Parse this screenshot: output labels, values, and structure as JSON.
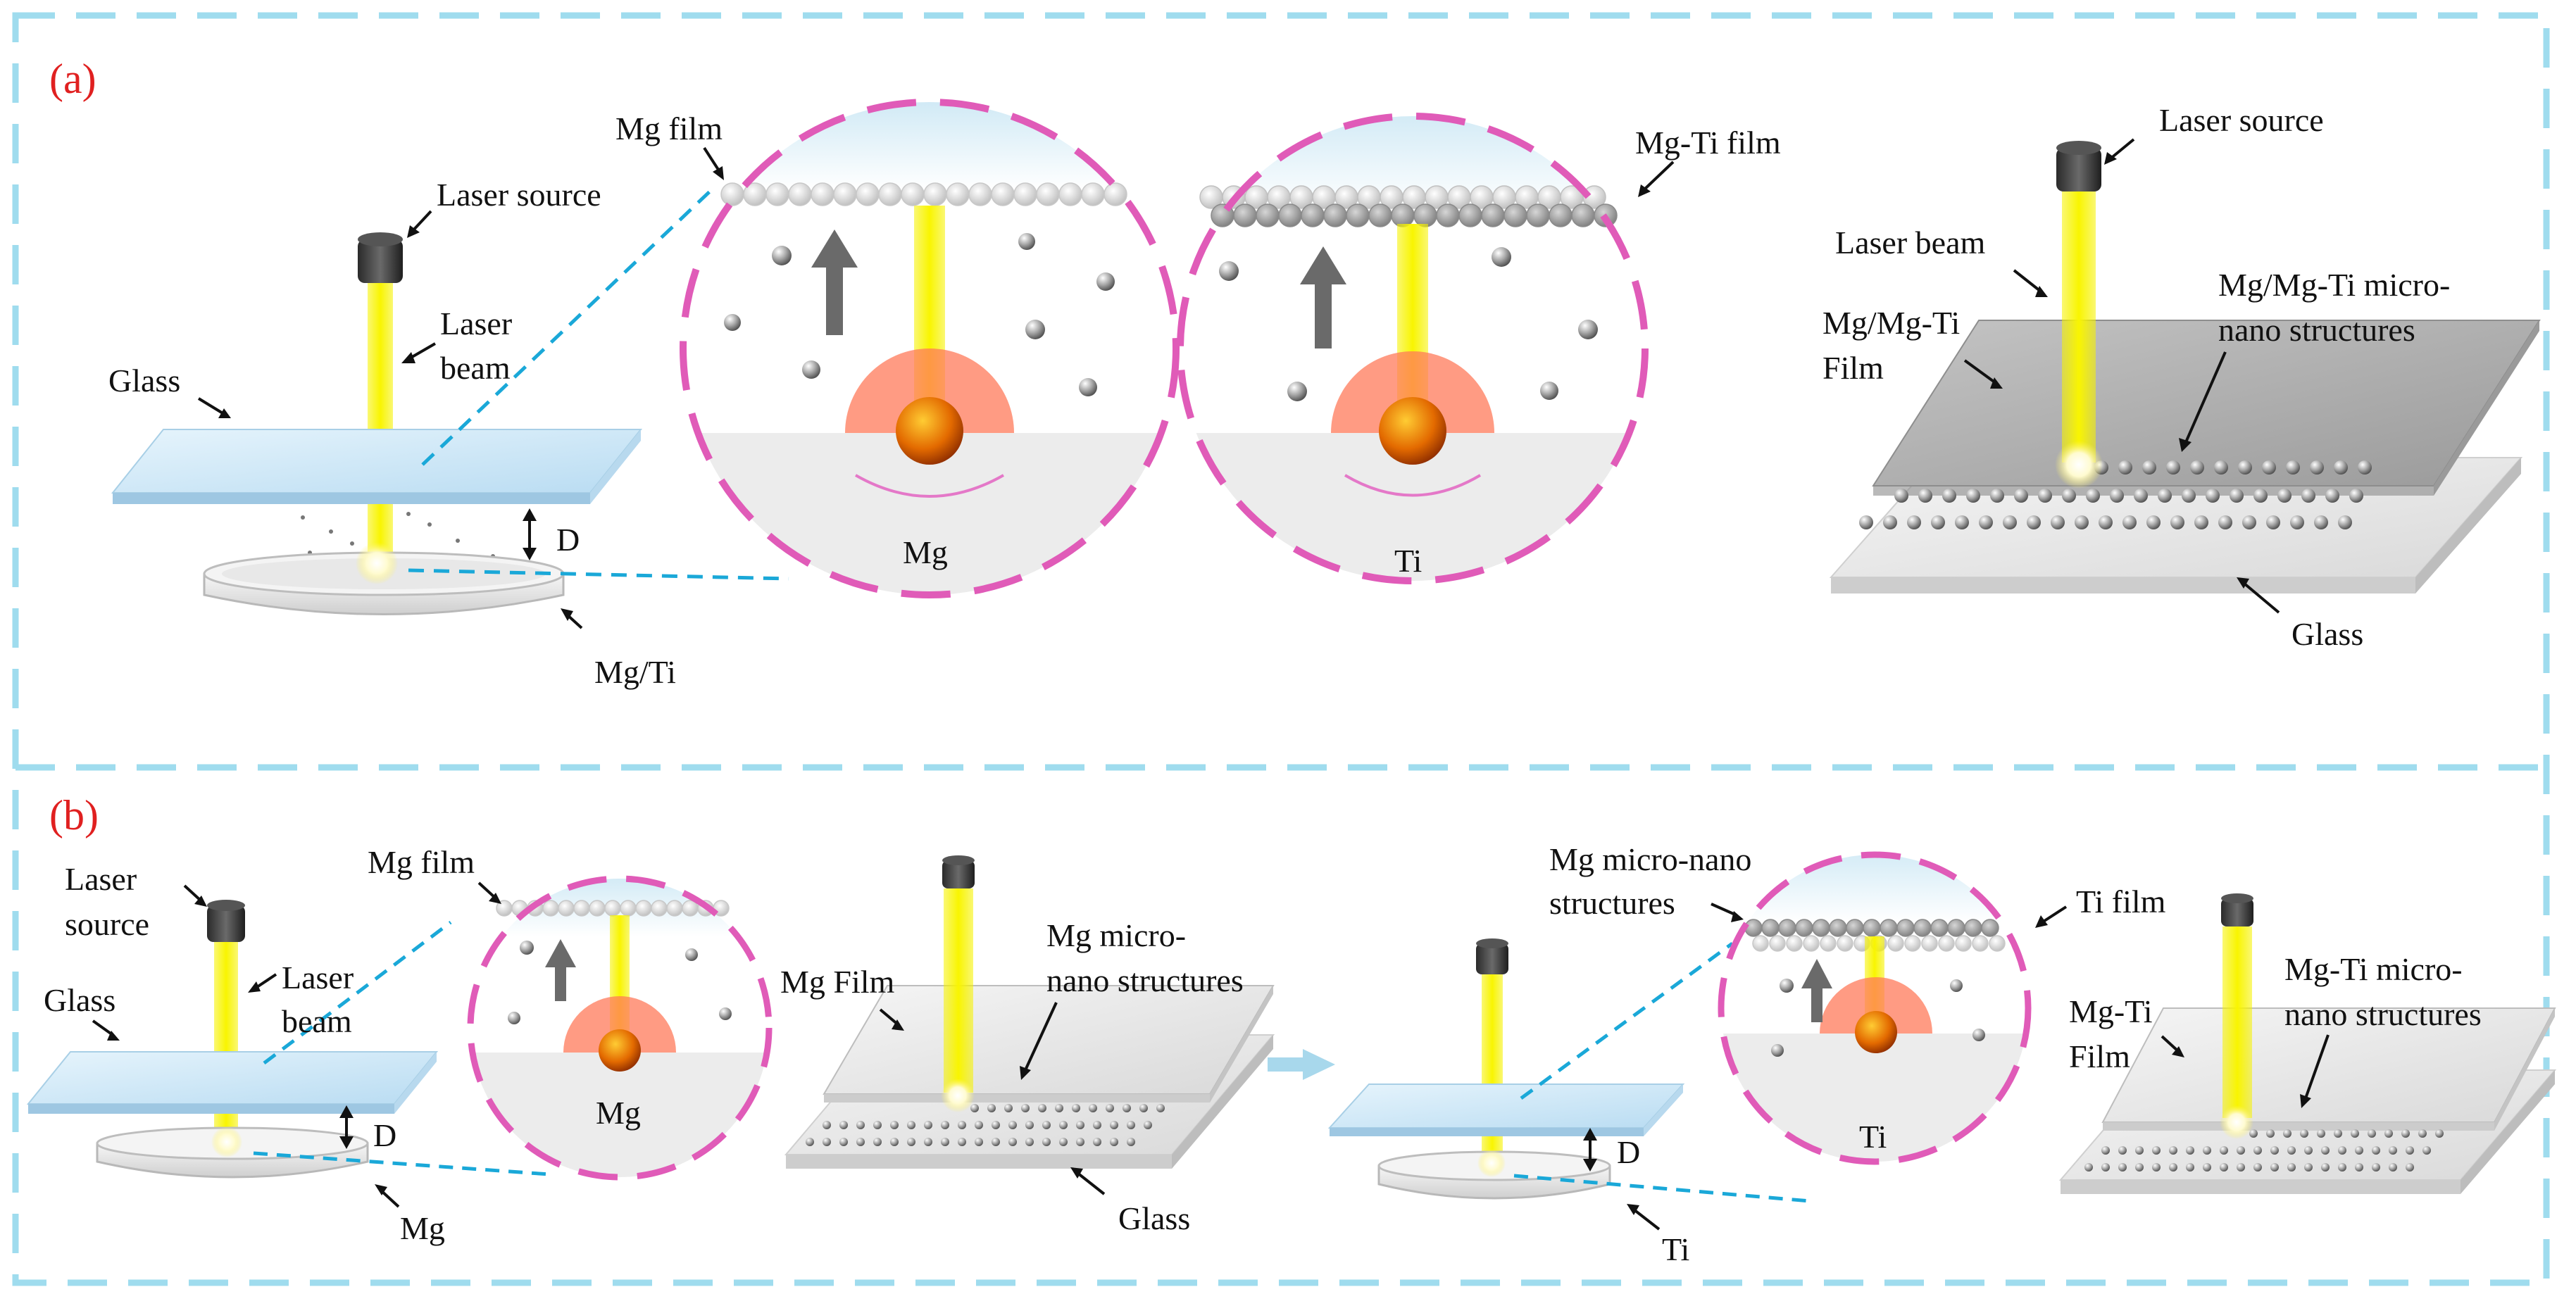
{
  "colors": {
    "frame": "#9fdcee",
    "leader": "#1aa8d8",
    "circle": "#e05bb8",
    "beam": "#f6f200",
    "beam_glow": "#fbff9a",
    "glass_top": "#cfe9f7",
    "plume": "#ff7a5a",
    "panel_label": "#e02020",
    "step_arrow": "#a8d8ec"
  },
  "panel_a": {
    "tag": "(a)",
    "labels": {
      "laser_source_1": "Laser source",
      "laser_beam_1_l1": "Laser",
      "laser_beam_1_l2": "beam",
      "glass_1": "Glass",
      "gap": "D",
      "target_1": "Mg/Ti",
      "mg_film": "Mg film",
      "mg_target": "Mg",
      "mgti_film": "Mg-Ti film",
      "ti_target": "Ti",
      "laser_source_2": "Laser source",
      "laser_beam_2": "Laser beam",
      "film_l1": "Mg/Mg-Ti",
      "film_l2": "Film",
      "micro_l1": "Mg/Mg-Ti micro-",
      "micro_l2": "nano structures",
      "glass_2": "Glass"
    }
  },
  "panel_b": {
    "tag": "(b)",
    "labels": {
      "laser_source_l1": "Laser",
      "laser_source_l2": "source",
      "glass": "Glass",
      "laser_beam_l1": "Laser",
      "laser_beam_l2": "beam",
      "gap_1": "D",
      "mg_target_dish": "Mg",
      "mg_film": "Mg film",
      "mg_target_zoom": "Mg",
      "mg_film_2": "Mg Film",
      "mg_micro_l1": "Mg micro-",
      "mg_micro_l2": "nano structures",
      "glass_2": "Glass",
      "gap_2": "D",
      "ti_target_dish": "Ti",
      "mg_ms_l1": "Mg micro-nano",
      "mg_ms_l2": "structures",
      "ti_film": "Ti film",
      "ti_target_zoom": "Ti",
      "mgti_film_l1": "Mg-Ti",
      "mgti_film_l2": "Film",
      "mgti_micro_l1": "Mg-Ti micro-",
      "mgti_micro_l2": "nano structures"
    }
  }
}
